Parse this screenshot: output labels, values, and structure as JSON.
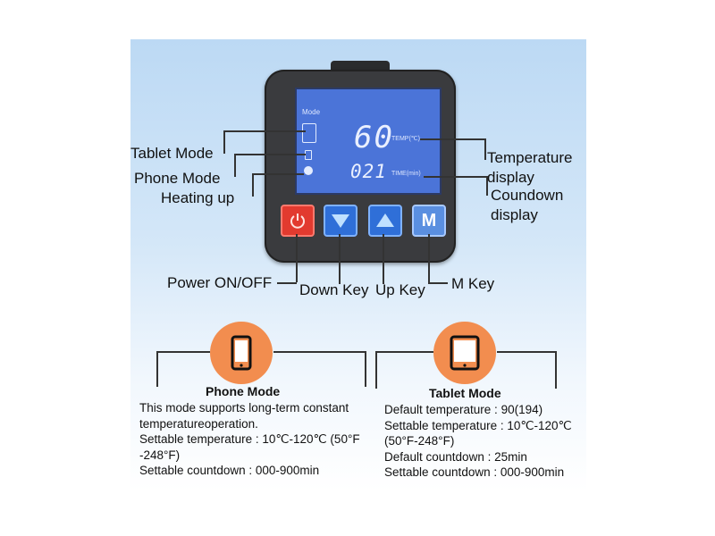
{
  "screen": {
    "mode_label": "Mode",
    "temp_value": "60",
    "temp_unit": "TEMP(℃)",
    "time_value": "021",
    "time_unit": "TIME(min)"
  },
  "keys": {
    "m": "M"
  },
  "labels": {
    "tablet_mode": "Tablet Mode",
    "phone_mode": "Phone Mode",
    "heating_up": "Heating up",
    "temperature_display_1": "Temperature",
    "temperature_display_2": "display",
    "countdown_display_1": "Coundown",
    "countdown_display_2": "display",
    "power": "Power ON/OFF",
    "down_key": "Down Key",
    "up_key": "Up Key",
    "m_key": "M Key"
  },
  "phone_mode": {
    "title": "Phone Mode",
    "lines": [
      "This mode supports long-term constant",
      "temperatureoperation.",
      "Settable temperature : 10℃-120℃ (50°F",
      "-248°F)",
      "Settable countdown : 000-900min"
    ]
  },
  "tablet_mode": {
    "title": "Tablet Mode",
    "lines": [
      "Default temperature : 90(194)",
      "Settable temperature : 10℃-120℃",
      "(50°F-248°F)",
      "Default countdown : 25min",
      "Settable countdown : 000-900min"
    ]
  },
  "colors": {
    "accent": "#f28d4f",
    "screen": "#4b74d8",
    "power_key": "#e23a2f",
    "arrow_key": "#2f6fd8"
  },
  "icons": {
    "phone": "phone-icon",
    "tablet": "tablet-icon",
    "power": "power-icon",
    "down": "triangle-down-icon",
    "up": "triangle-up-icon"
  }
}
